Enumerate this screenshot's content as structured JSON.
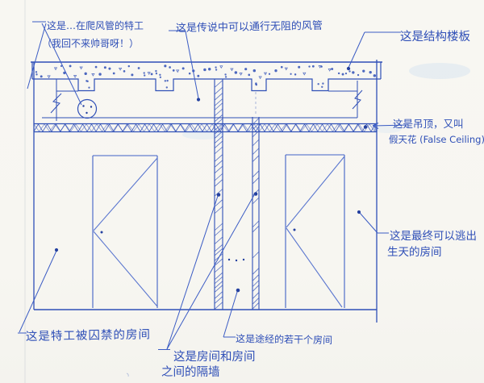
{
  "drawing": {
    "title_semantic": "hand-drawn duct escape cross-section sketch",
    "ink_color": "#2f4fb7",
    "ink_light": "#5a76cf",
    "paper_color": "#f8f7f2",
    "labels": {
      "agent": {
        "line1": "这是…在爬风管的特工",
        "line2": "（我回不来帅哥呀！）"
      },
      "duct": {
        "text": "这是传说中可以通行无阻的风管"
      },
      "slab": {
        "text": "这是结构楼板"
      },
      "ceiling": {
        "line1": "这是吊顶，又叫",
        "line2": "假天花 (False Ceiling)"
      },
      "escape_room": {
        "line1": "这是最终可以逃出",
        "line2": "生天的房间"
      },
      "prison_room": {
        "text": "这是特工被囚禁的房间"
      },
      "partition": {
        "line1": "这是房间和房间",
        "line2": "之间的隔墙"
      },
      "passing_rooms": {
        "text": "这是途经的若干个房间"
      }
    }
  }
}
